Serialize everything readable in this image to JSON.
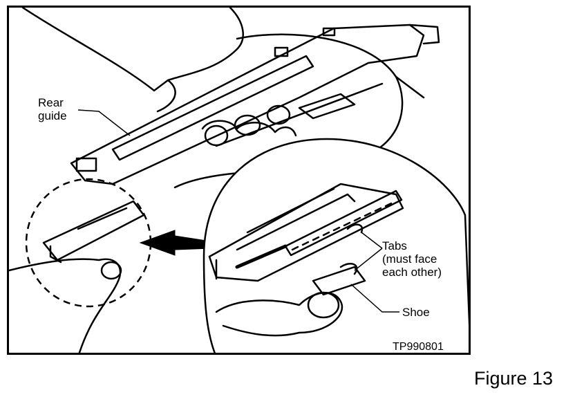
{
  "labels": {
    "rear_guide": "Rear\nguide",
    "tabs": "Tabs\n(must face\neach other)",
    "shoe": "Shoe",
    "code": "TP990801"
  },
  "figure_caption": "Figure 13",
  "colors": {
    "ink": "#000000",
    "paper": "#ffffff"
  }
}
